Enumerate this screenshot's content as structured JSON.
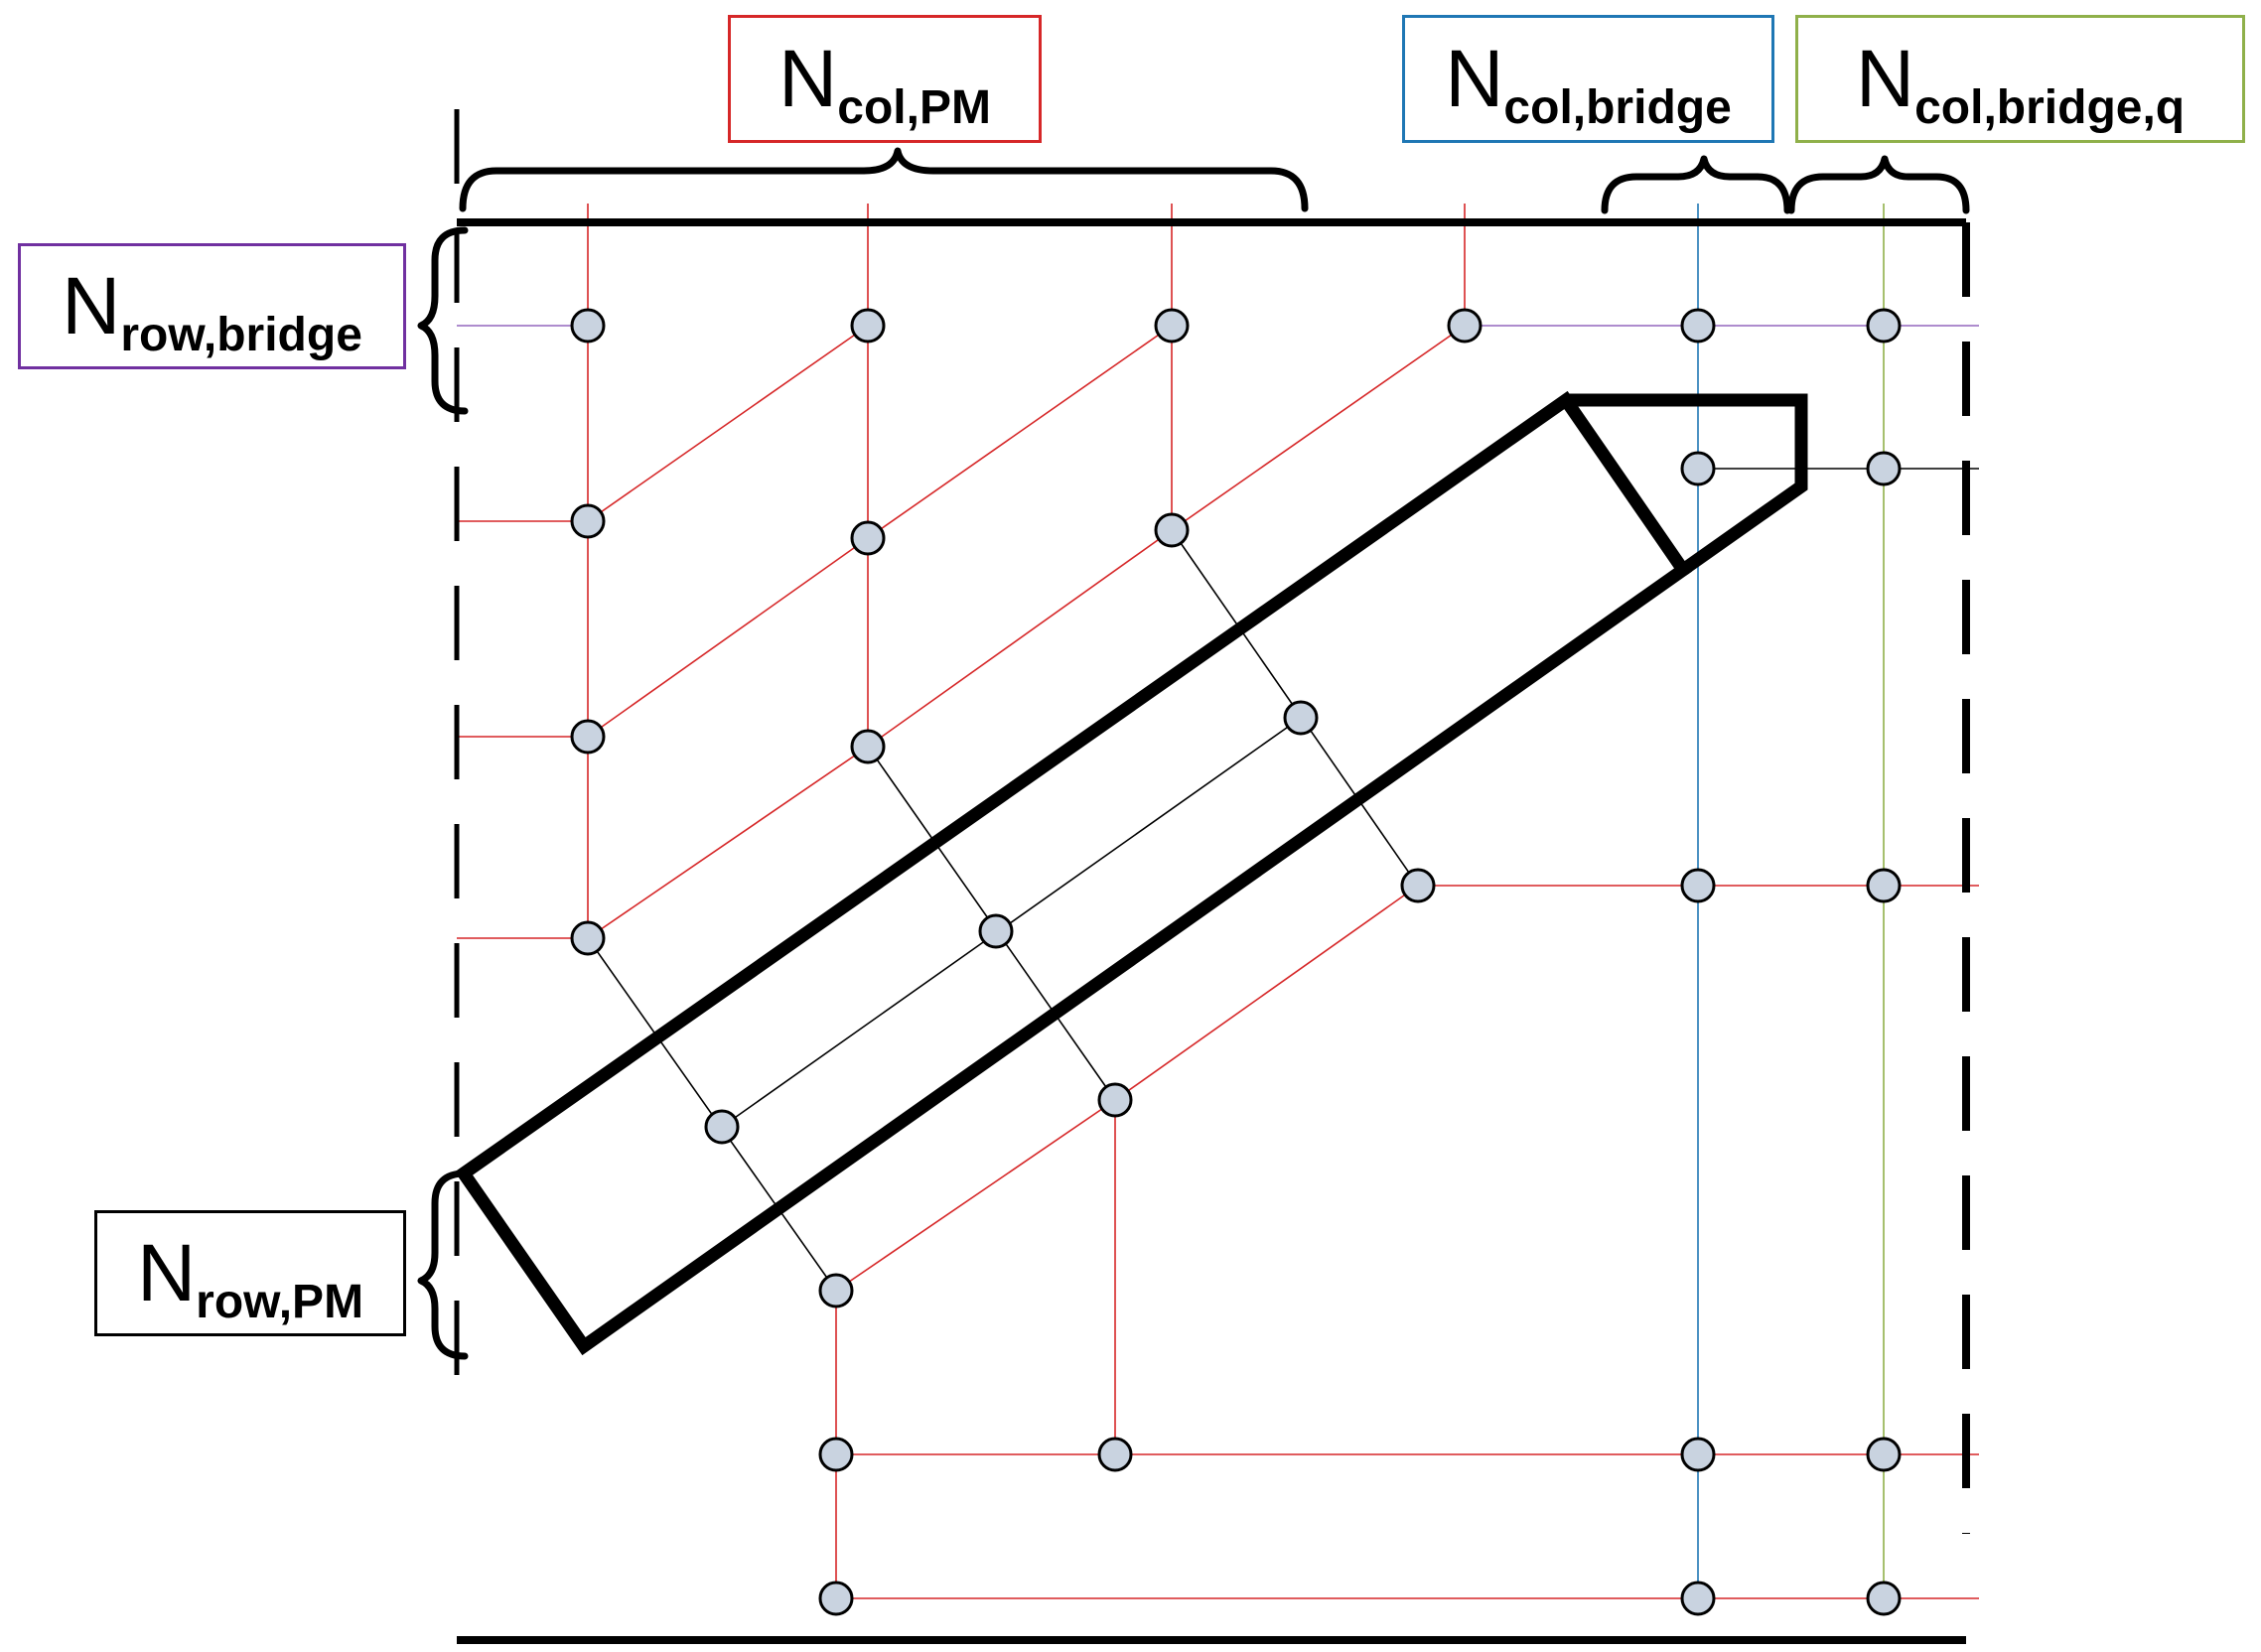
{
  "labels": {
    "col_pm": {
      "base": "N",
      "sub": "col,PM"
    },
    "col_bridge": {
      "base": "N",
      "sub": "col,bridge"
    },
    "col_bridge_q": {
      "base": "N",
      "sub": "col,bridge,q"
    },
    "row_bridge": {
      "base": "N",
      "sub": "row,bridge"
    },
    "row_pm": {
      "base": "N",
      "sub": "row,PM"
    }
  },
  "colors": {
    "pm_connection": "#d62728",
    "bridge_column": "#1f77b4",
    "bridge_q_column": "#8fb04a",
    "bridge_row": "#9467bd",
    "internal_connection": "#000000",
    "node_fill": "#c9d3e0",
    "col_pm_border": "#d62728",
    "col_bridge_border": "#1f77b4",
    "col_bridge_q_border": "#8fb04a",
    "row_bridge_border": "#7030a0",
    "row_pm_border": "#000000"
  }
}
